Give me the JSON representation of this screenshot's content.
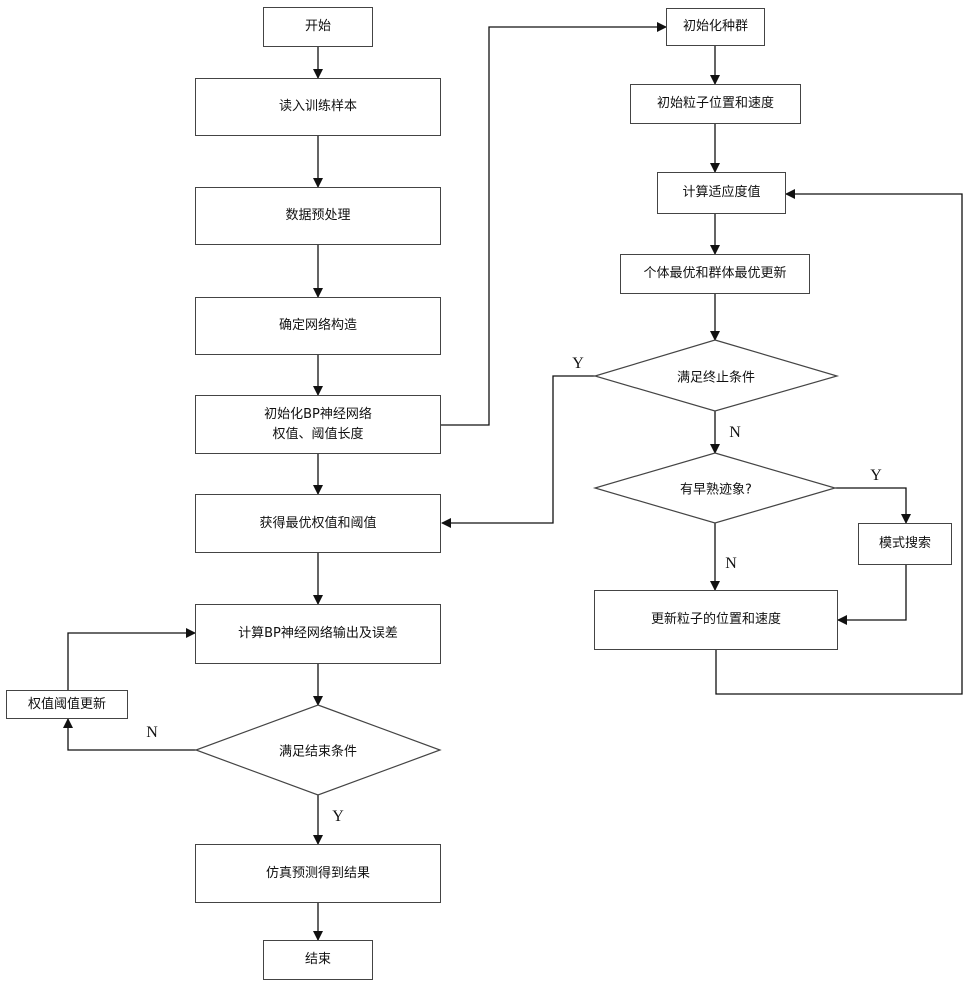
{
  "left_flow": {
    "start": "开始",
    "read_samples": "读入训练样本",
    "preprocess": "数据预处理",
    "determine_structure": "确定网络构造",
    "init_bp": "初始化BP神经网络\n权值、阈值长度",
    "get_optimal": "获得最优权值和阈值",
    "compute_output": "计算BP神经网络输出及误差",
    "update_weights": "权值阈值更新",
    "end_condition": "满足结束条件",
    "simulate": "仿真预测得到结果",
    "end": "结束",
    "label_n": "N",
    "label_y": "Y"
  },
  "right_flow": {
    "init_population": "初始化种群",
    "init_particles": "初始粒子位置和速度",
    "fitness": "计算适应度值",
    "update_best": "个体最优和群体最优更新",
    "terminate_condition": "满足终止条件",
    "premature": "有早熟迹象?",
    "pattern_search": "模式搜索",
    "update_particles": "更新粒子的位置和速度",
    "label_y_terminate": "Y",
    "label_n_terminate": "N",
    "label_y_premature": "Y",
    "label_n_premature": "N"
  }
}
